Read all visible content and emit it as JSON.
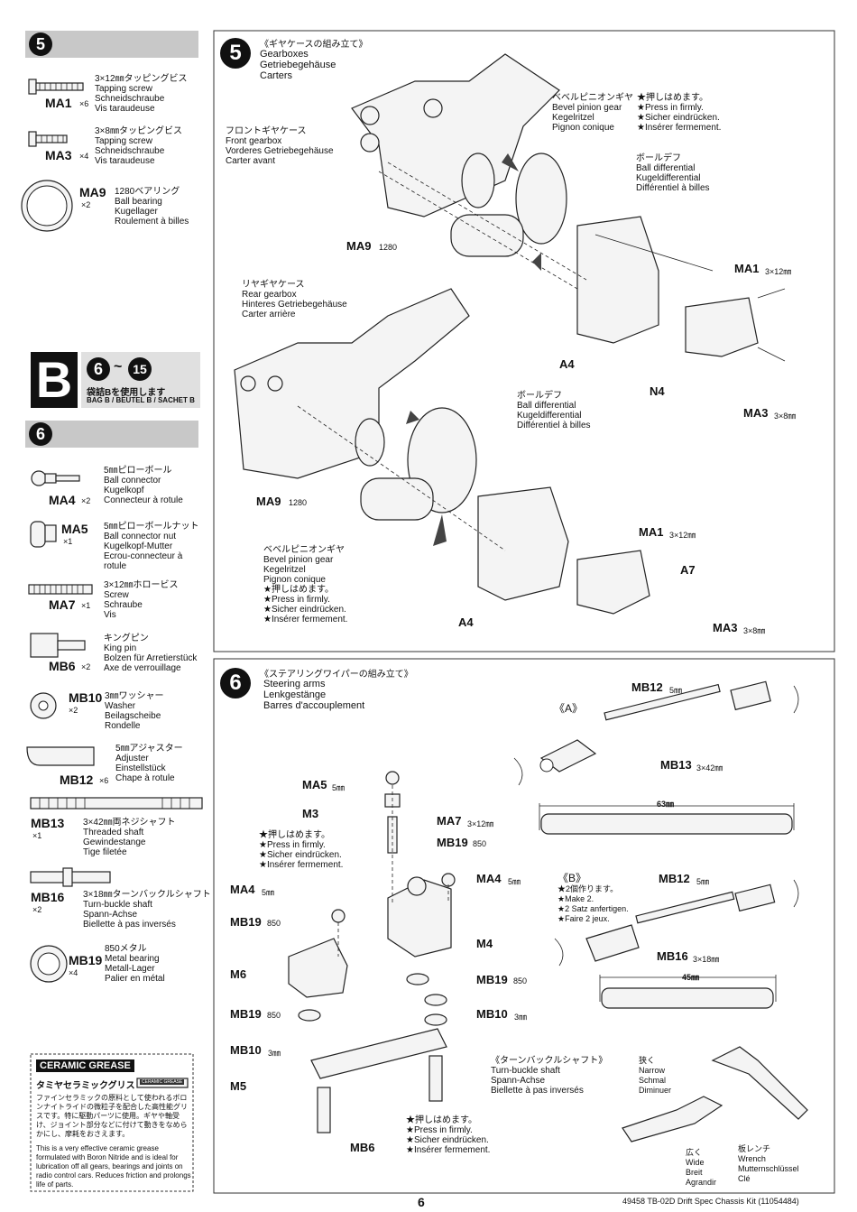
{
  "sidebar": {
    "step5": {
      "num": "5",
      "items": [
        {
          "code": "MA1",
          "qty": "×6",
          "desc": "3×12㎜タッピングビス\nTapping screw\nSchneidschraube\nVis taraudeuse"
        },
        {
          "code": "MA3",
          "qty": "×4",
          "desc": "3×8㎜タッピングビス\nTapping screw\nSchneidschraube\nVis taraudeuse"
        },
        {
          "code": "MA9",
          "qty": "×2",
          "desc": "1280ベアリング\nBall bearing\nKugellager\nRoulement à billes"
        }
      ]
    },
    "bag": {
      "letter": "B",
      "steps_from": "6",
      "tilde": "~",
      "steps_to": "15",
      "text_jp": "袋詰Bを使用します",
      "text_en": "BAG B / BEUTEL B / SACHET B"
    },
    "step6": {
      "num": "6",
      "items": [
        {
          "code": "MA4",
          "qty": "×2",
          "desc": "5㎜ピローボール\nBall connector\nKugelkopf\nConnecteur à rotule"
        },
        {
          "code": "MA5",
          "qty": "×1",
          "desc": "5㎜ピローボールナット\nBall connector nut\nKugelkopf-Mutter\nEcrou-connecteur à\nrotule"
        },
        {
          "code": "MA7",
          "qty": "×1",
          "desc": "3×12㎜ホロービス\nScrew\nSchraube\nVis"
        },
        {
          "code": "MB6",
          "qty": "×2",
          "desc": "キングピン\nKing pin\nBolzen für Arretierstück\nAxe de verrouillage"
        },
        {
          "code": "MB10",
          "qty": "×2",
          "desc": "3㎜ワッシャー\nWasher\nBeilagscheibe\nRondelle"
        },
        {
          "code": "MB12",
          "qty": "×6",
          "desc": "5㎜アジャスター\nAdjuster\nEinstellstück\nChape à rotule"
        },
        {
          "code": "MB13",
          "qty": "×1",
          "desc": "3×42㎜両ネジシャフト\nThreaded shaft\nGewindestange\nTige filetée"
        },
        {
          "code": "MB16",
          "qty": "×2",
          "desc": "3×18㎜ターンバックルシャフト\nTurn-buckle shaft\nSpann-Achse\nBiellette à pas inversés"
        },
        {
          "code": "MB19",
          "qty": "×4",
          "desc": "850メタル\nMetal bearing\nMetall-Lager\nPalier en métal"
        }
      ]
    },
    "grease": {
      "logo": "CERAMIC GREASE",
      "title_jp": "タミヤセラミックグリス",
      "tube_label": "CERAMIC GREASE",
      "jp": "ファインセラミックの原料として使われるボロンナイトライドの微粒子を配合した高性能グリスです。特に駆動パーツに使用。ギヤや軸受け、ジョイント部分などに付けて動きをなめらかにし、摩耗をおさえます。",
      "en": "This is a very effective ceramic grease formulated with Boron Nitride and is ideal for lubrication off all gears, bearings and joints on radio control cars. Reduces friction and prolongs life of parts."
    }
  },
  "panel5": {
    "num": "5",
    "title_jp": "《ギヤケースの組み立て》",
    "title_lines": "Gearboxes\nGetriebegehäuse\nCarters",
    "front_gearbox": "フロントギヤケース\nFront gearbox\nVorderes Getriebegehäuse\nCarter avant",
    "bevel_top": "ベベルピニオンギヤ\nBevel pinion gear\nKegelritzel\nPignon conique",
    "press_top": "★押しはめます。\n★Press in firmly.\n★Sicher eindrücken.\n★Insérer fermement.",
    "ball_diff_top": "ボールデフ\nBall differential\nKugeldifferential\nDifférentiel à billes",
    "ma9_top": "MA9",
    "ma9_top_sub": "1280",
    "ma1_top": "MA1",
    "ma1_top_sub": "3×12㎜",
    "a4_top": "A4",
    "n4": "N4",
    "ma3_top": "MA3",
    "ma3_top_sub": "3×8㎜",
    "rear_gearbox": "リヤギヤケース\nRear gearbox\nHinteres Getriebegehäuse\nCarter arrière",
    "ball_diff_bot": "ボールデフ\nBall differential\nKugeldifferential\nDifférentiel à billes",
    "ma9_bot": "MA9",
    "ma9_bot_sub": "1280",
    "bevel_bot": "ベベルピニオンギヤ\nBevel pinion gear\nKegelritzel\nPignon conique\n★押しはめます。\n★Press in firmly.\n★Sicher eindrücken.\n★Insérer fermement.",
    "ma1_bot": "MA1",
    "ma1_bot_sub": "3×12㎜",
    "a7": "A7",
    "a4_bot": "A4",
    "ma3_bot": "MA3",
    "ma3_bot_sub": "3×8㎜"
  },
  "panel6": {
    "num": "6",
    "title_jp": "《ステアリングワイパーの組み立て》",
    "title_lines": "Steering arms\nLenkgestänge\nBarres d'accouplement",
    "ma5": "MA5",
    "ma5_sub": "5㎜",
    "m3": "M3",
    "press": "★押しはめます。\n★Press in firmly.\n★Sicher eindrücken.\n★Insérer fermement.",
    "ma7": "MA7",
    "ma7_sub": "3×12㎜",
    "mb19_a": "MB19",
    "mb19_a_sub": "850",
    "ma4_l": "MA4",
    "ma4_l_sub": "5㎜",
    "ma4_r": "MA4",
    "ma4_r_sub": "5㎜",
    "mb19_b": "MB19",
    "mb19_b_sub": "850",
    "m4": "M4",
    "m6": "M6",
    "mb19_c": "MB19",
    "mb19_c_sub": "850",
    "mb19_d": "MB19",
    "mb19_d_sub": "850",
    "mb10_r": "MB10",
    "mb10_r_sub": "3㎜",
    "mb10_l": "MB10",
    "mb10_l_sub": "3㎜",
    "m5": "M5",
    "press_bot": "★押しはめます。\n★Press in firmly.\n★Sicher eindrücken.\n★Insérer fermement.",
    "mb6": "MB6",
    "a_label": "《A》",
    "mb12_a": "MB12",
    "mb12_a_sub": "5㎜",
    "mb13": "MB13",
    "mb13_sub": "3×42㎜",
    "dim_a": "63㎜",
    "b_label": "《B》",
    "make2": "★2個作ります。\n★Make 2.\n★2 Satz anfertigen.\n★Faire 2 jeux.",
    "mb12_b": "MB12",
    "mb12_b_sub": "5㎜",
    "mb16": "MB16",
    "mb16_sub": "3×18㎜",
    "dim_b": "45㎜",
    "turnbuckle": "《ターンバックルシャフト》\nTurn-buckle shaft\nSpann-Achse\nBiellette à pas inversés",
    "narrow": "狭く\nNarrow\nSchmal\nDiminuer",
    "wide": "広く\nWide\nBreit\nAgrandir",
    "wrench": "板レンチ\nWrench\nMutternschlüssel\nClé"
  },
  "footer": {
    "page": "6",
    "kit": "49458  TB-02D Drift Spec Chassis Kit (11054484)"
  }
}
